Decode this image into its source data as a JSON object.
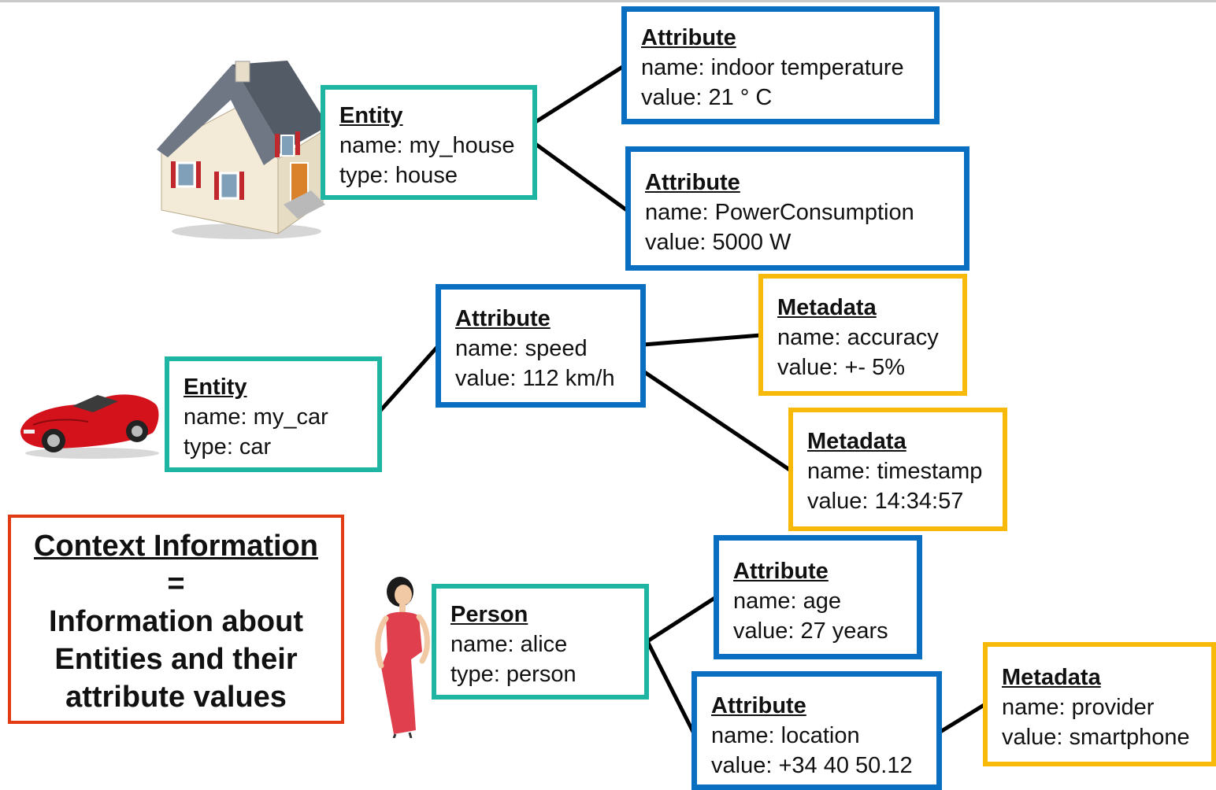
{
  "diagram": {
    "context": {
      "title": "Context Information",
      "equals": "=",
      "lines": [
        "Information about",
        "Entities and their",
        "attribute values"
      ]
    },
    "entities": {
      "house": {
        "heading": "Entity",
        "name": "name: my_house",
        "type": "type: house"
      },
      "car": {
        "heading": "Entity",
        "name": "name: my_car",
        "type": "type: car"
      },
      "person": {
        "heading": "Person",
        "name": "name: alice",
        "type": "type: person"
      }
    },
    "attributes": {
      "indoor_temperature": {
        "heading": "Attribute",
        "name": "name: indoor temperature",
        "value": "value: 21 °  C"
      },
      "power_consumption": {
        "heading": "Attribute",
        "name": "name: PowerConsumption",
        "value": "value: 5000 W"
      },
      "speed": {
        "heading": "Attribute",
        "name": "name: speed",
        "value": "value: 112 km/h"
      },
      "age": {
        "heading": "Attribute",
        "name": "name: age",
        "value": "value: 27 years"
      },
      "location": {
        "heading": "Attribute",
        "name": "name: location",
        "value": "value: +34 40 50.12"
      }
    },
    "metadata": {
      "accuracy": {
        "heading": "Metadata",
        "name": "name: accuracy",
        "value": "value: +- 5%"
      },
      "timestamp": {
        "heading": "Metadata",
        "name": "name: timestamp",
        "value": "value: 14:34:57"
      },
      "provider": {
        "heading": "Metadata",
        "name": "name: provider",
        "value": "value: smartphone"
      }
    },
    "colors": {
      "entity_border": "#1fb5a3",
      "attribute_border": "#0b6fc1",
      "metadata_border": "#f7b90a",
      "context_border": "#e23a13",
      "connector": "#000000"
    },
    "icons": [
      "house-icon",
      "car-icon",
      "woman-icon"
    ]
  }
}
